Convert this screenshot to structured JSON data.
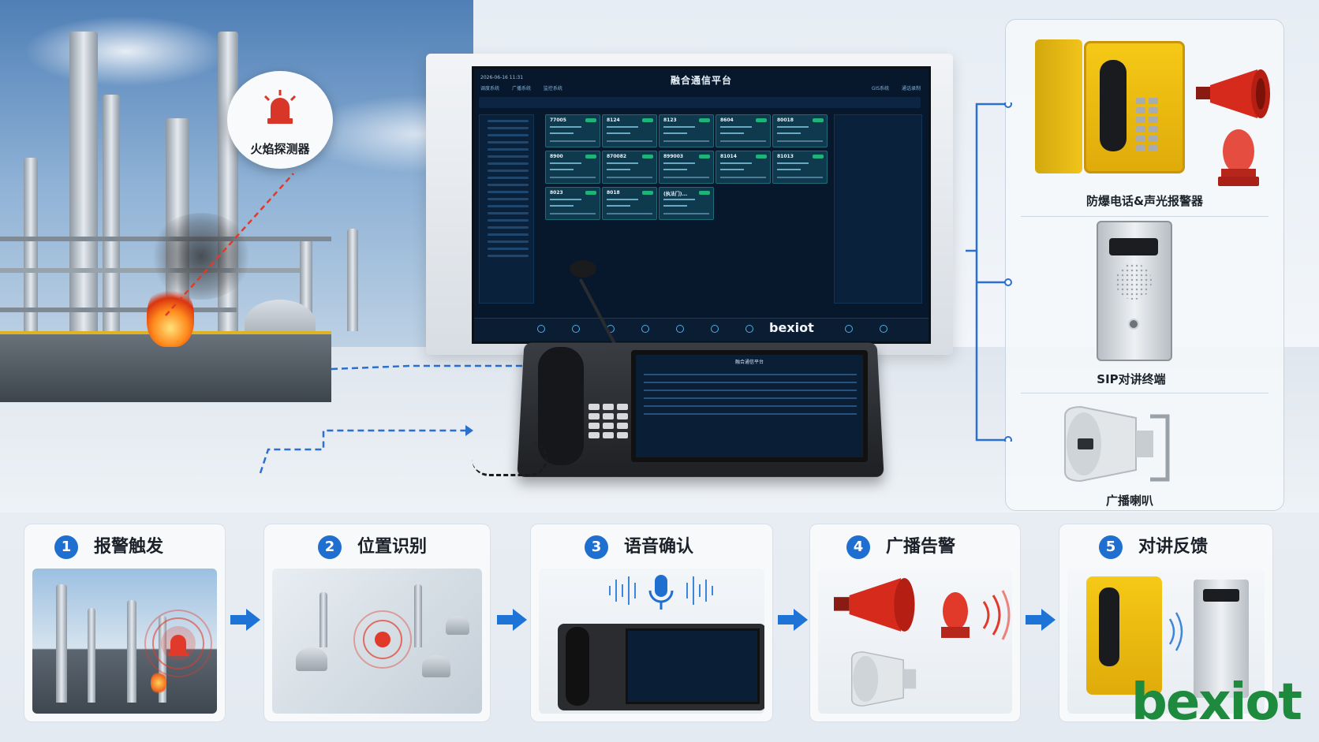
{
  "scene": {
    "detector_label": "火焰探测器",
    "platform_title": "融合通信平台",
    "screen_date": "2026-06-16 11:31",
    "screen_nav": [
      "调度系统",
      "广播系统",
      "监控系统"
    ],
    "screen_nav_right": [
      "GIS系统",
      "通话录制"
    ],
    "screen_cards": [
      "77005",
      "8124",
      "8123",
      "8604",
      "80018",
      "8900",
      "870082",
      "899003",
      "81014",
      "81013",
      "8023",
      "8018",
      "(执法门)..."
    ],
    "screen_brand": "bexiot",
    "console_screen_title": "融合通信平台"
  },
  "devices": {
    "explosion_phone_label": "防爆电话&声光报警器",
    "sip_label": "SIP对讲终端",
    "speaker_label": "广播喇叭"
  },
  "steps": [
    {
      "num": "1",
      "title": "报警触发"
    },
    {
      "num": "2",
      "title": "位置识别"
    },
    {
      "num": "3",
      "title": "语音确认"
    },
    {
      "num": "4",
      "title": "广播告警"
    },
    {
      "num": "5",
      "title": "对讲反馈"
    }
  ],
  "brand": "bexiot",
  "colors": {
    "accent_blue": "#1f6fd1",
    "alert_red": "#e23a2a",
    "brand_green": "#1d8a3e",
    "device_yellow": "#f5c916"
  }
}
